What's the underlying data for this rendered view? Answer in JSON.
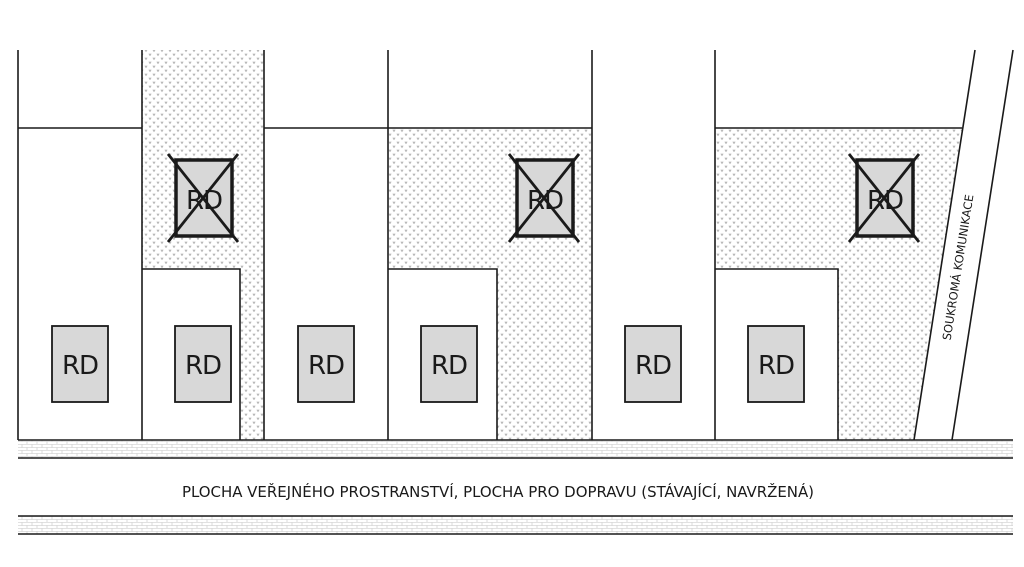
{
  "house_label": "RD",
  "public_space_label": "PLOCHA VEŘEJNÉHO PROSTRANSTVÍ, PLOCHA PRO DOPRAVU (STÁVAJÍCÍ, NAVRŽENÁ)",
  "private_road_label": "SOUKROMÁ KOMUNIKACE",
  "colors": {
    "line": "#1a1a1a",
    "house_fill": "#d8d8d8",
    "hatch": "#9a9a9a",
    "background": "#ffffff"
  },
  "houses": [
    {
      "id": "rd-1",
      "status": "proposed"
    },
    {
      "id": "rd-2",
      "status": "proposed"
    },
    {
      "id": "rd-3",
      "status": "proposed"
    },
    {
      "id": "rd-4",
      "status": "proposed"
    },
    {
      "id": "rd-5",
      "status": "proposed"
    },
    {
      "id": "rd-6",
      "status": "proposed"
    },
    {
      "id": "rd-7",
      "status": "excluded"
    },
    {
      "id": "rd-8",
      "status": "excluded"
    },
    {
      "id": "rd-9",
      "status": "excluded"
    }
  ]
}
